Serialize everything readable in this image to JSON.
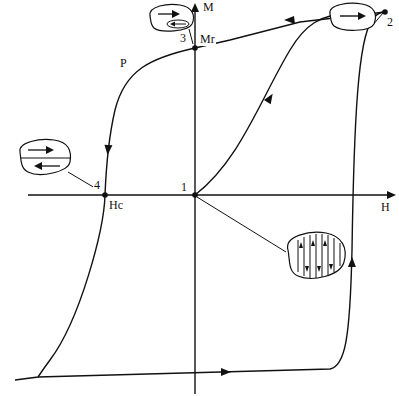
{
  "diagram": {
    "labels": [
      "M",
      "H",
      "1",
      "2",
      "3",
      "Mr",
      "P",
      "4",
      "Hc"
    ]
  }
}
